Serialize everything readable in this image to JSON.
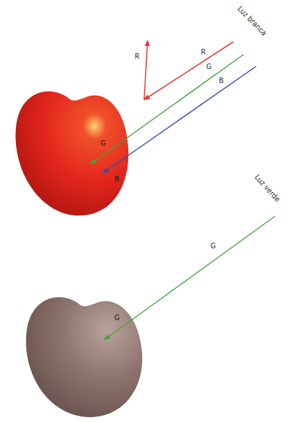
{
  "diagram": {
    "labels": [
      "Luz branca",
      "R",
      "R",
      "G",
      "B",
      "G",
      "B",
      "Luz verde",
      "G",
      "G"
    ]
  }
}
